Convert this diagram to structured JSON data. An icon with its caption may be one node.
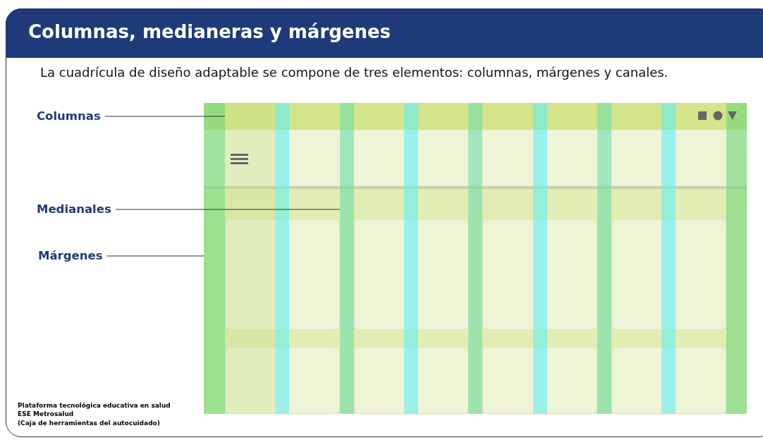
{
  "diagram": {
    "title": "Columnas, medianeras y márgenes",
    "nodes": [
      {
        "text": [
          "Columnas"
        ]
      },
      {
        "text": [
          "Medianales"
        ]
      },
      {
        "text": [
          "Márgenes"
        ]
      },
      {
        "text": [],
        "shape": "bar"
      },
      {
        "text": [],
        "shape": "bar"
      },
      {
        "text": [],
        "shape": "bar"
      }
    ],
    "edges": [
      {
        "from": 0,
        "to": 4,
        "arrow": "none"
      },
      {
        "from": 1,
        "to": 5,
        "arrow": "none"
      },
      {
        "from": 2,
        "to": 3,
        "arrow": "none"
      }
    ],
    "labels": [
      "La cuadrícula de diseño adaptable se compone de tres elementos: columnas, márgenes y canales.",
      "Plataforma tecnológica educativa en salud",
      "ESE Metrosalud",
      "(Caja de herramientas del autocuidado)"
    ]
  }
}
